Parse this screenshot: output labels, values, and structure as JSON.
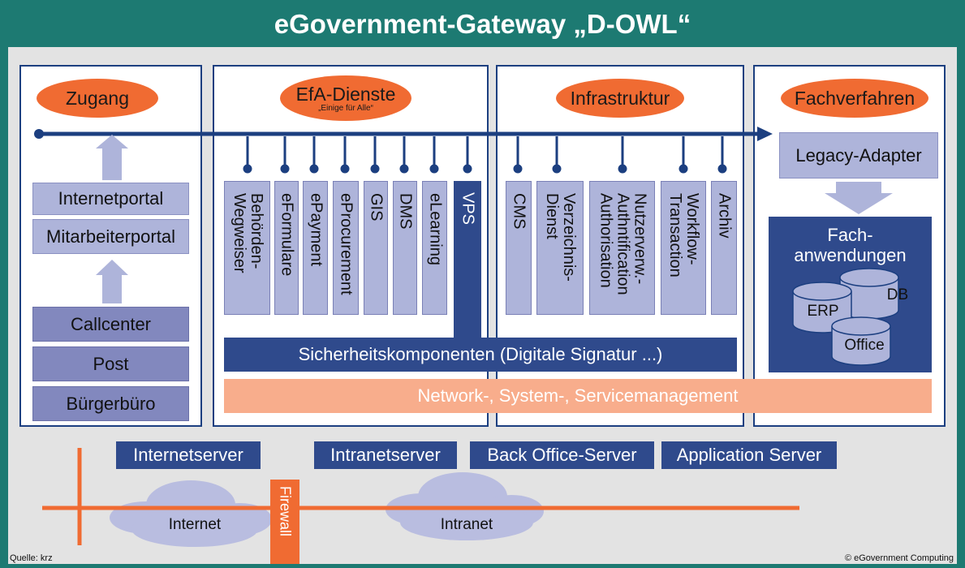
{
  "title": "eGovernment-Gateway „D-OWL“",
  "sections": {
    "zugang": "Zugang",
    "efa": "EfA-Dienste",
    "efa_sub": "„Einige für Alle“",
    "infra": "Infrastruktur",
    "fach": "Fachverfahren"
  },
  "zugang_portals": [
    "Internetportal",
    "Mitarbeiterportal"
  ],
  "zugang_channels": [
    "Callcenter",
    "Post",
    "Bürgerbüro"
  ],
  "efa_services": [
    "Behörden-\nWegweiser",
    "eFormulare",
    "ePayment",
    "eProcurement",
    "GIS",
    "DMS",
    "eLearning"
  ],
  "vps": "VPS",
  "infra_services": [
    "CMS",
    "Verzeichnis-\nDienst",
    "Nutzerverw.-\nAuthntification\nAuthorisation",
    "Workflow-\nTransaction",
    "Archiv"
  ],
  "legacy_adapter": "Legacy-Adapter",
  "fachanwendungen": "Fach-\nanwendungen",
  "databases": [
    "DB",
    "ERP",
    "Office"
  ],
  "security_bar": "Sicherheitskomponenten (Digitale Signatur ...)",
  "management_bar": "Network-, System-, Servicemanagement",
  "servers": [
    "Internetserver",
    "Intranetserver",
    "Back Office-Server",
    "Application Server"
  ],
  "clouds": [
    "Internet",
    "Intranet"
  ],
  "firewall": "Firewall",
  "source": "Quelle: krz",
  "copyright": "© eGovernment Computing",
  "colors": {
    "frame": "#1d7a72",
    "panel_border": "#1c3f80",
    "oval": "#f06b32",
    "box_light": "#aeb4da",
    "box_dark": "#8288be",
    "navy": "#2f4a8c",
    "management": "#f8ad8c",
    "network_line": "#f06b32",
    "cloud": "#b9bde0"
  }
}
